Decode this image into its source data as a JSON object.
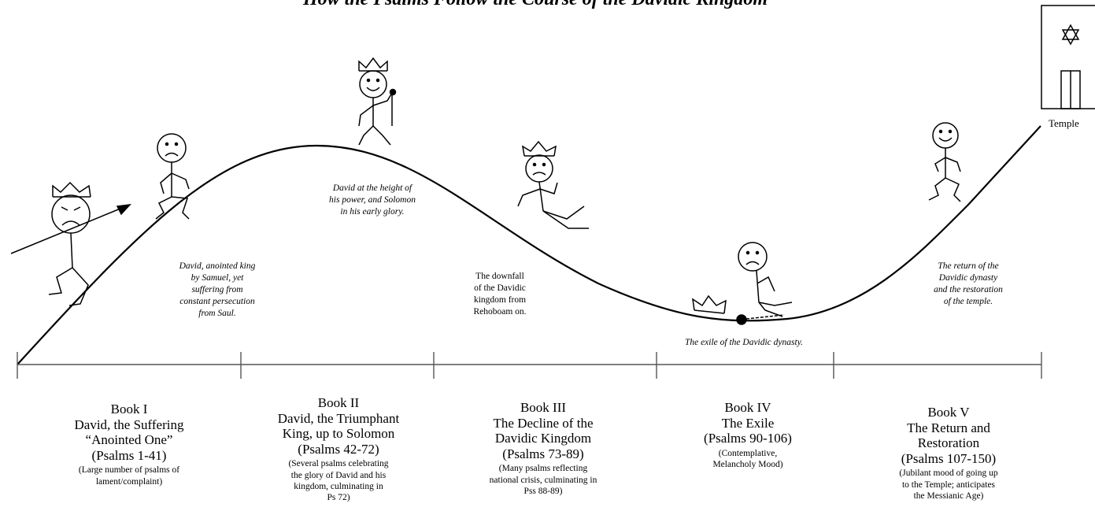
{
  "title": "How the Psalms Follow the Course of the Davidic Kingdom",
  "temple_label": "Temple",
  "annotations": [
    {
      "id": "anointed",
      "style": "italic",
      "lines": [
        "David, anointed king",
        "by Samuel, yet",
        "suffering from",
        "constant persecution",
        "from Saul."
      ]
    },
    {
      "id": "height",
      "style": "italic",
      "lines": [
        "David at the height of",
        "his power, and Solomon",
        "in his early glory."
      ]
    },
    {
      "id": "downfall",
      "style": "normal",
      "lines": [
        "The downfall",
        "of the Davidic",
        "kingdom from",
        "Rehoboam on."
      ]
    },
    {
      "id": "exile",
      "style": "italic",
      "lines": [
        "The exile of the Davidic dynasty."
      ]
    },
    {
      "id": "return",
      "style": "italic",
      "lines": [
        "The return of the",
        "Davidic dynasty",
        "and the restoration",
        "of the temple."
      ]
    }
  ],
  "books": [
    {
      "name": "Book I",
      "subtitle": [
        "David, the Suffering",
        "“Anointed One”"
      ],
      "range": "(Psalms 1-41)",
      "note": [
        "(Large number of psalms of",
        "lament/complaint)"
      ]
    },
    {
      "name": "Book II",
      "subtitle": [
        "David, the Triumphant",
        "King, up to Solomon"
      ],
      "range": "(Psalms 42-72)",
      "note": [
        "(Several  psalms celebrating",
        "the glory of David and his",
        "kingdom, culminating in",
        "Ps 72)"
      ]
    },
    {
      "name": "Book III",
      "subtitle": [
        "The Decline of the",
        "Davidic Kingdom"
      ],
      "range": "(Psalms 73-89)",
      "note": [
        "(Many psalms reflecting",
        "national crisis, culminating in",
        "Pss 88-89)"
      ]
    },
    {
      "name": "Book IV",
      "subtitle": [
        "The Exile"
      ],
      "range": "(Psalms 90-106)",
      "note": [
        "(Contemplative,",
        "Melancholy Mood)"
      ]
    },
    {
      "name": "Book V",
      "subtitle": [
        "The Return and",
        "Restoration"
      ],
      "range": "(Psalms 107-150)",
      "note": [
        "(Jubilant mood of going up",
        "to the Temple; anticipates",
        "the Messianic Age)"
      ]
    }
  ]
}
